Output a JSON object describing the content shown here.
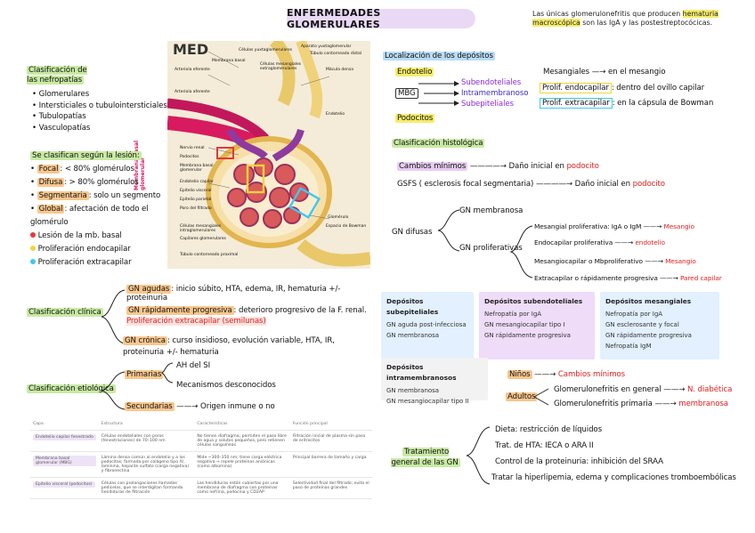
{
  "title": "ENFERMEDADES GLOMERULARES",
  "note": {
    "prefix": "Las únicas glomerulonefritis que producen ",
    "highlight": "hematuria macroscópica",
    "suffix": " son las IgA y las postestreptocócicas."
  },
  "diagram": {
    "logo": "MED",
    "labels": [
      "Aparato yuxtaglomerular",
      "Túbulo contorneado distal",
      "Células yuxtaglomerulares",
      "Membrana basal",
      "Arteriola eferente",
      "Arteriola aferente",
      "Células mesangiales extraglomerulares",
      "Mácula densa",
      "Endotelio",
      "Nervio renal",
      "Podocitos",
      "Membrana basal glomerular",
      "Endotelio capilar",
      "Epitelio visceral",
      "Epitelio parietal",
      "Poro del filtrado",
      "Espacio de Bowman",
      "Células mesangiales intraglomerulares",
      "Capilares glomerulares",
      "Túbulo contorneado proximal",
      "Glomérulo"
    ],
    "side_label": "Membrana basal glomerular"
  },
  "clasificacion": {
    "heading": "Clasificación de las nefropatías",
    "items": [
      "Glomerulares",
      "Intersticiales o tubulointersticiales",
      "Tubulopatías",
      "Vasculopatías"
    ],
    "lesion_heading": "Se clasifican según la lesión:",
    "lesion": [
      {
        "term": "Focal",
        "text": ": < 80% glomérulos"
      },
      {
        "term": "Difusa",
        "text": ": > 80% glomérulos"
      },
      {
        "term": "Segmentaria",
        "text": ": solo un segmento"
      },
      {
        "term": "Global",
        "text": ": afectación de todo el glomérulo"
      }
    ],
    "legend": [
      {
        "color": "#e53935",
        "text": "Lesión de la mb. basal"
      },
      {
        "color": "#f6d23c",
        "text": "Proliferación endocapilar"
      },
      {
        "color": "#3ec8f0",
        "text": "Proliferación extracapilar"
      }
    ]
  },
  "localizacion": {
    "heading": "Localización de los depósitos",
    "endotelio": "Endotelio",
    "mbg": "MBG",
    "podocitos": "Podocitos",
    "subendo": "Subendoteliales",
    "intra": "Intramembranoso",
    "subepi": "Subepiteliales",
    "mesangiales": "Mesangiales",
    "mesangiales_txt": "en el mesangio",
    "endocap": "Prolif. endocapilar",
    "endocap_txt": ": dentro del ovillo capilar",
    "extracap": "Prolif. extracapilar",
    "extracap_txt": ": en la cápsula de Bowman"
  },
  "histologica": {
    "heading": "Clasificación histológica",
    "cambios": "Cambios mínimos",
    "cambios_txt": "Daño inicial en",
    "cambios_red": "podocito",
    "gsfs": "GSFS ( esclerosis focal segmentaria)",
    "gsfs_txt": "Daño inicial en",
    "gsfs_red": "podocito",
    "gn_difusas": "GN difusas",
    "gn_membranosa": "GN membranosa",
    "gn_prolif": "GN proliferativas",
    "prolif": [
      {
        "text": "Mesangial proliferativa: IgA o IgM",
        "red": "Mesangio"
      },
      {
        "text": "Endocapilar proliferativa",
        "red": "endotelio"
      },
      {
        "text": "Mesangiocapilar o Mbproliferativo",
        "red": "Mesangio"
      },
      {
        "text": "Extracapilar o rápidamente progresiva",
        "red": "Pared capilar"
      }
    ]
  },
  "clinica": {
    "heading": "Clasificación clínica",
    "aguda_term": "GN agudas",
    "aguda_txt": ": inicio súbito, HTA, edema, IR, hematuria +/- proteinuria",
    "rp_term": "GN rápidamente progresiva",
    "rp_txt": ": deterioro progresivo de la F. renal.",
    "rp_red": "Proliferación extracapilar (semilunas)",
    "cronica_term": "GN crónica",
    "cronica_txt": ": curso insidioso, evolución variable, HTA, IR, proteinuria +/- hematuria"
  },
  "etiologica": {
    "heading": "Clasificación etiológica",
    "primarias": "Primarias",
    "primarias_a": "AH del SI",
    "primarias_b": "Mecanismos desconocidos",
    "secundarias": "Secundarias",
    "secundarias_txt": "Origen inmune o no"
  },
  "depositos": {
    "subepi": {
      "title": "Depósitos subepiteliales",
      "items": [
        "GN aguda post-infecciosa",
        "GN membranosa"
      ]
    },
    "subendo": {
      "title": "Depósitos subendoteliales",
      "items": [
        "Nefropatía por IgA",
        "GN mesangiocapilar tipo I",
        "GN rápidamente progresiva"
      ]
    },
    "mesang": {
      "title": "Depósitos mesangiales",
      "items": [
        "Nefropatía por IgA",
        "GN esclerosante y focal",
        "GN rápidamente progresiva",
        "Nefropatía IgM"
      ]
    },
    "intramem": {
      "title": "Depósitos intramembranosos",
      "items": [
        "GN membranosa",
        "GN mesangiocapilar tipo II"
      ]
    }
  },
  "edad": {
    "ninos": "Niños",
    "ninos_red": "Cambios mínimos",
    "adultos": "Adultos",
    "a1": "Glomerulonefritis en general",
    "a1_red": "N. diabética",
    "a2": "Glomerulonefritis primaria",
    "a2_red": "membranosa"
  },
  "tratamiento": {
    "heading": "Tratamiento general de las GN",
    "items": [
      "Dieta: restricción de líquidos",
      "Trat. de HTA: IECA o ARA II",
      "Control de la proteinuria: inhibición del SRAA",
      "Tratar la hiperlipemia, edema y complicaciones tromboembólicas"
    ]
  },
  "tabla": {
    "headers": [
      "Capa",
      "Estructura",
      "Características",
      "Función principal"
    ],
    "rows": [
      [
        "Endotelio capilar fenestrado",
        "Células endoteliales con poros (fenestraciones) de 70–100 nm",
        "No tienen diafragma; permiten el paso libre de agua y solutos pequeños, pero retienen células sanguíneas",
        "Filtración inicial de plasma sin paso de eritrocitos"
      ],
      [
        "Membrana basal glomerular (MBG)",
        "Lámina densa común al endotelio y a los podocitos; formada por colágeno tipo IV, laminina, heparán sulfato (carga negativa) y fibronectina",
        "Mide ~300–350 nm; tiene carga eléctrica negativa → repele proteínas aniónicas (como albúmina)",
        "Principal barrera de tamaño y carga"
      ],
      [
        "Epitelio visceral (podocitos)",
        "Células con prolongaciones llamadas pedicelos, que se interdigitan formando hendiduras de filtración",
        "Las hendiduras están cubiertas por una membrana de diafragma con proteínas como nefrina, podocina y CD2AP",
        "Selectividad final del filtrado; evita el paso de proteínas grandes"
      ]
    ]
  }
}
